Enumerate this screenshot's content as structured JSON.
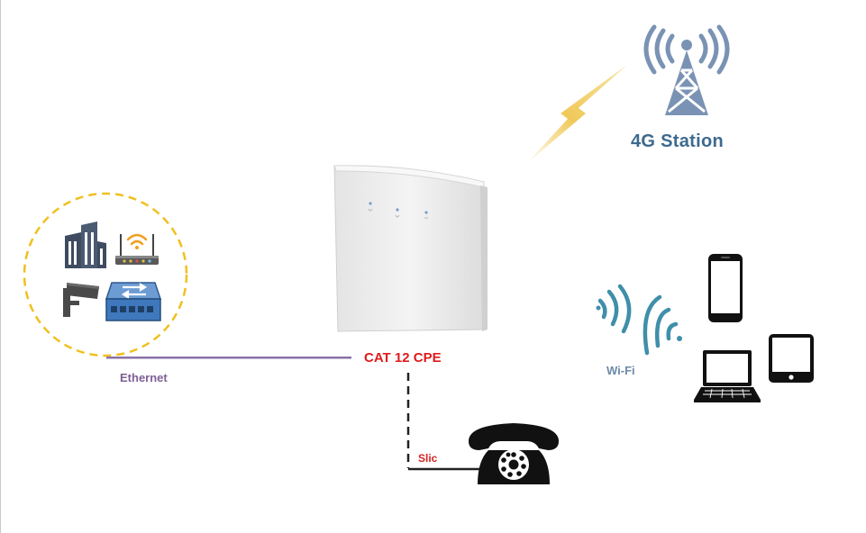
{
  "labels": {
    "station": "4G Station",
    "cpe": "CAT 12 CPE",
    "ethernet": "Ethernet",
    "slic": "Slic",
    "wifi": "Wi-Fi"
  },
  "colors": {
    "station_text": "#3d6a8f",
    "cpe_text": "#e01b1b",
    "ethernet_line": "#8a72a8",
    "dashed_circle": "#f0c020",
    "wifi_waves": "#3f8faa",
    "lightning": "#f3d57a"
  },
  "icons": [
    "cell-tower-icon",
    "lightning-bolt-icon",
    "router-device-icon",
    "building-icon",
    "wireless-router-icon",
    "security-camera-icon",
    "network-switch-icon",
    "wifi-waves-icon",
    "smartphone-icon",
    "tablet-icon",
    "laptop-icon",
    "rotary-telephone-icon"
  ]
}
